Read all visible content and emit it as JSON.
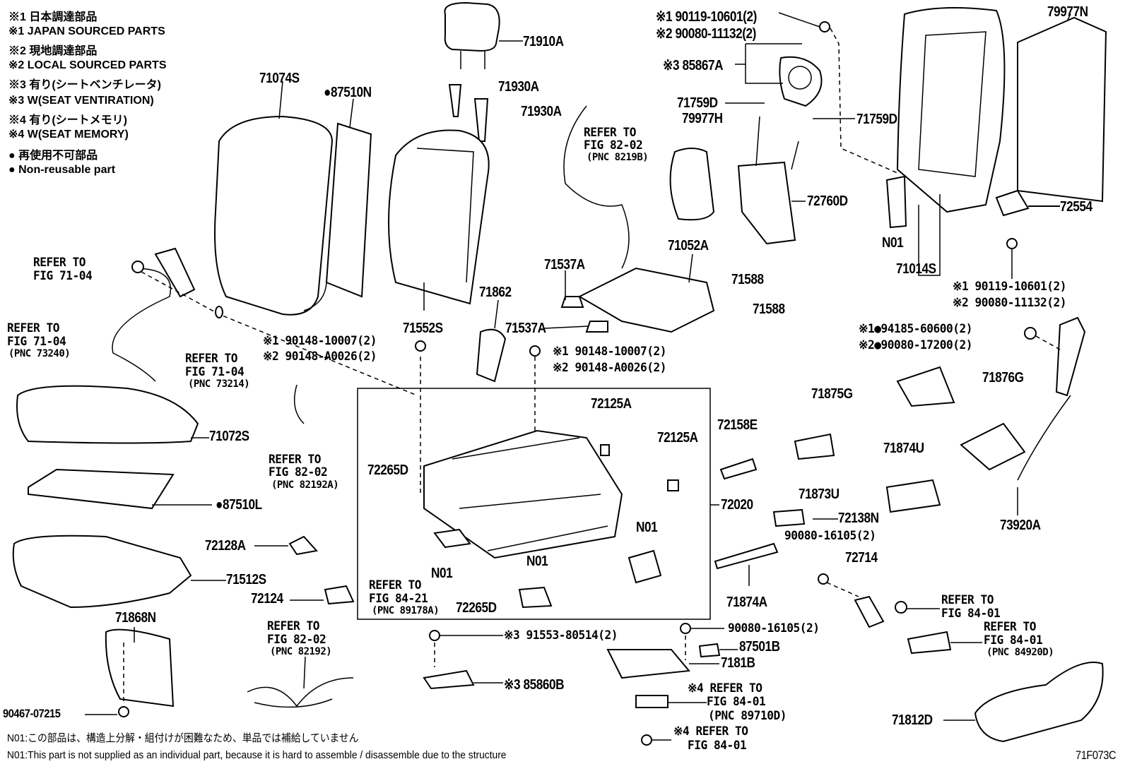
{
  "legend": [
    "※1 日本調達部品",
    "※1 JAPAN SOURCED PARTS",
    "※2 現地調達部品",
    "※2 LOCAL SOURCED PARTS",
    "※3 有り(シートベンチレータ)",
    "※3 W(SEAT VENTIRATION)",
    "※4 有り(シートメモリ)",
    "※4 W(SEAT MEMORY)",
    "● 再使用不可部品",
    "● Non-reusable part"
  ],
  "labels": {
    "l71910A": "71910A",
    "l71930A_1": "71930A",
    "l71930A_2": "71930A",
    "l71074S": "71074S",
    "l87510N": "●87510N",
    "ref8202a": [
      "REFER TO",
      "FIG 82-02",
      "(PNC 8219B)"
    ],
    "bolt_top": [
      "※1 90119-10601(2)",
      "※2 90080-11132(2)"
    ],
    "l85867A": "※3 85867A",
    "l71759D_1": "71759D",
    "l79977H": "79977H",
    "l71759D_2": "71759D",
    "l79977N": "79977N",
    "l72760D": "72760D",
    "l72554": "72554",
    "l71052A": "71052A",
    "n01_a": "N01",
    "l71014S": "71014S",
    "l71537A_1": "71537A",
    "l71588_1": "71588",
    "l71588_2": "71588",
    "l71862": "71862",
    "l71552S": "71552S",
    "l71537A_2": "71537A",
    "ref7104a": [
      "REFER TO",
      "FIG 71-04"
    ],
    "ref7104b": [
      "REFER TO",
      "FIG 71-04",
      "(PNC 73240)"
    ],
    "ref7104c": [
      "REFER TO",
      "FIG 71-04",
      "(PNC 73214)"
    ],
    "bolt_left": [
      "※1 90148-10007(2)",
      "※2 90148-A0026(2)"
    ],
    "bolt_mid": [
      "※1 90148-10007(2)",
      "※2 90148-A0026(2)"
    ],
    "bolt_right": [
      "※1 90119-10601(2)",
      "※2 90080-11132(2)"
    ],
    "nut_right": [
      "※1●94185-60600(2)",
      "※2●90080-17200(2)"
    ],
    "l71875G": "71875G",
    "l71876G": "71876G",
    "l72125A_1": "72125A",
    "l72125A_2": "72125A",
    "l72158E": "72158E",
    "l71072S": "71072S",
    "ref8202b": [
      "REFER TO",
      "FIG 82-02",
      "(PNC 82192A)"
    ],
    "l72265D_1": "72265D",
    "l71873U": "71873U",
    "l71874U": "71874U",
    "l72020": "72020",
    "l87510L": "●87510L",
    "l72138N": "72138N",
    "l90080_16105_a": "90080-16105(2)",
    "n01_b": "N01",
    "l73920A": "73920A",
    "l72128A": "72128A",
    "n01_c": "N01",
    "n01_d": "N01",
    "l72714": "72714",
    "l71512S": "71512S",
    "ref8421": [
      "REFER TO",
      "FIG 84-21",
      "(PNC 89178A)"
    ],
    "l72265D_2": "72265D",
    "l72124": "72124",
    "l71874A": "71874A",
    "ref8401a": [
      "REFER TO",
      "FIG 84-01"
    ],
    "l71868N": "71868N",
    "ref8401b": [
      "REFER TO",
      "FIG 84-01",
      "(PNC 84920D)"
    ],
    "ref8202c": [
      "REFER TO",
      "FIG 82-02",
      "(PNC 82192)"
    ],
    "l90080_16105_b": "90080-16105(2)",
    "l91553": "※3 91553-80514(2)",
    "l87501B": "87501B",
    "l7181B": "7181B",
    "l85860B": "※3 85860B",
    "ref8401c": [
      "※4 REFER TO",
      "FIG 84-01",
      "(PNC 89710D)"
    ],
    "l90467": "90467-07215",
    "l71812D": "71812D",
    "ref8401d": [
      "※4 REFER TO",
      "FIG 84-01"
    ]
  },
  "footnotes": [
    "N01:この部品は、構造上分解・組付けが困難なため、単品では補給していません",
    "N01:This part is not supplied as an individual part, because it is hard to assemble / disassemble due to the structure"
  ],
  "figure_code": "71F073C"
}
